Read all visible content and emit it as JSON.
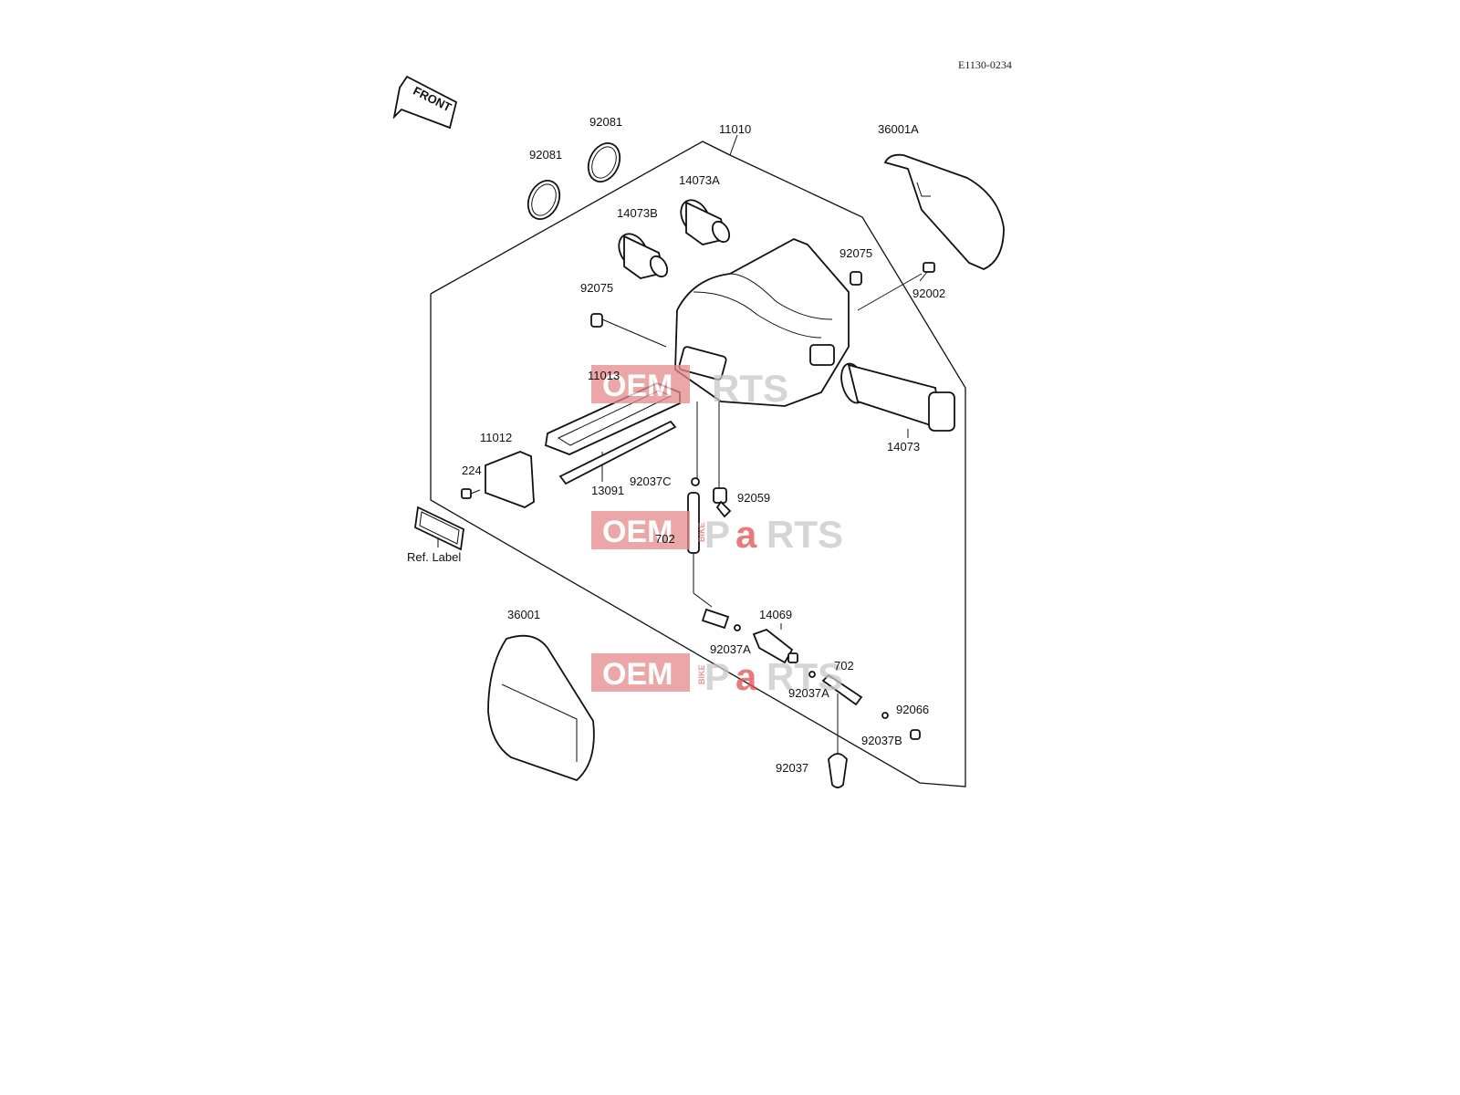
{
  "document_code": "E1130-0234",
  "front_marker": "FRONT",
  "watermark": {
    "oem": "OEM",
    "bike": "BIKE",
    "parts_p": "P",
    "parts_a": "a",
    "parts_rest": "RTS",
    "colors": {
      "box": "#e58a8a",
      "faint": "#c8c8c8",
      "accent": "#e05050"
    }
  },
  "labels": {
    "p11010": "11010",
    "p36001A": "36001A",
    "p92081a": "92081",
    "p92081b": "92081",
    "p14073A": "14073A",
    "p14073B": "14073B",
    "p92075a": "92075",
    "p92075b": "92075",
    "p92002": "92002",
    "p11013": "11013",
    "p14073": "14073",
    "p11012": "11012",
    "p224": "224",
    "p13091": "13091",
    "p92037C": "92037C",
    "p92059": "92059",
    "p702a": "702",
    "refLabel": "Ref. Label",
    "p36001": "36001",
    "p14069": "14069",
    "p92037Aa": "92037A",
    "p702b": "702",
    "p92037Ab": "92037A",
    "p92066": "92066",
    "p92037B": "92037B",
    "p92037": "92037"
  }
}
